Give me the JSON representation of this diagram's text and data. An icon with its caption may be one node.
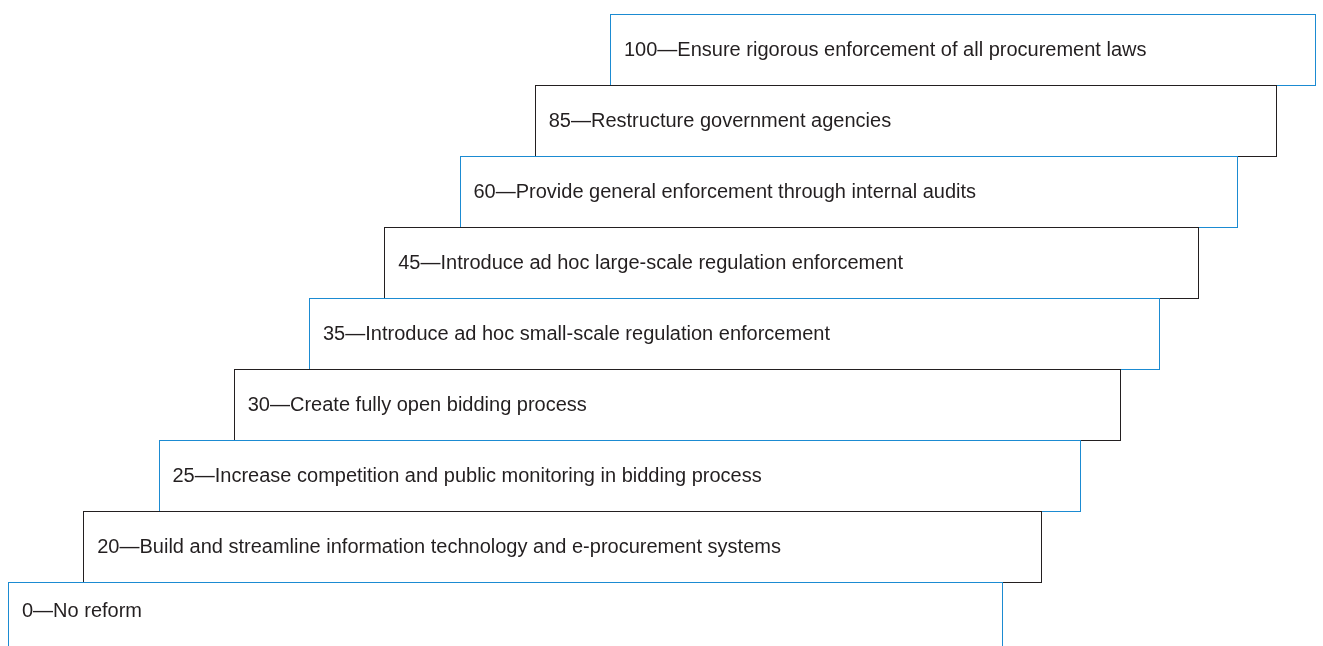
{
  "diagram": {
    "nodes": [
      {
        "text": [
          "100—Ensure rigorous enforcement of all procurement laws"
        ]
      },
      {
        "text": [
          "85—Restructure government agencies"
        ]
      },
      {
        "text": [
          "60—Provide general enforcement through internal audits"
        ]
      },
      {
        "text": [
          "45—Introduce ad hoc large-scale regulation enforcement"
        ]
      },
      {
        "text": [
          "35—Introduce ad hoc small-scale regulation enforcement"
        ]
      },
      {
        "text": [
          "30—Create fully open bidding process"
        ]
      },
      {
        "text": [
          "25—Increase competition and public monitoring in bidding process"
        ]
      },
      {
        "text": [
          "20—Build and streamline information technology and e-procurement systems"
        ]
      },
      {
        "text": [
          "0—No reform"
        ]
      }
    ]
  }
}
